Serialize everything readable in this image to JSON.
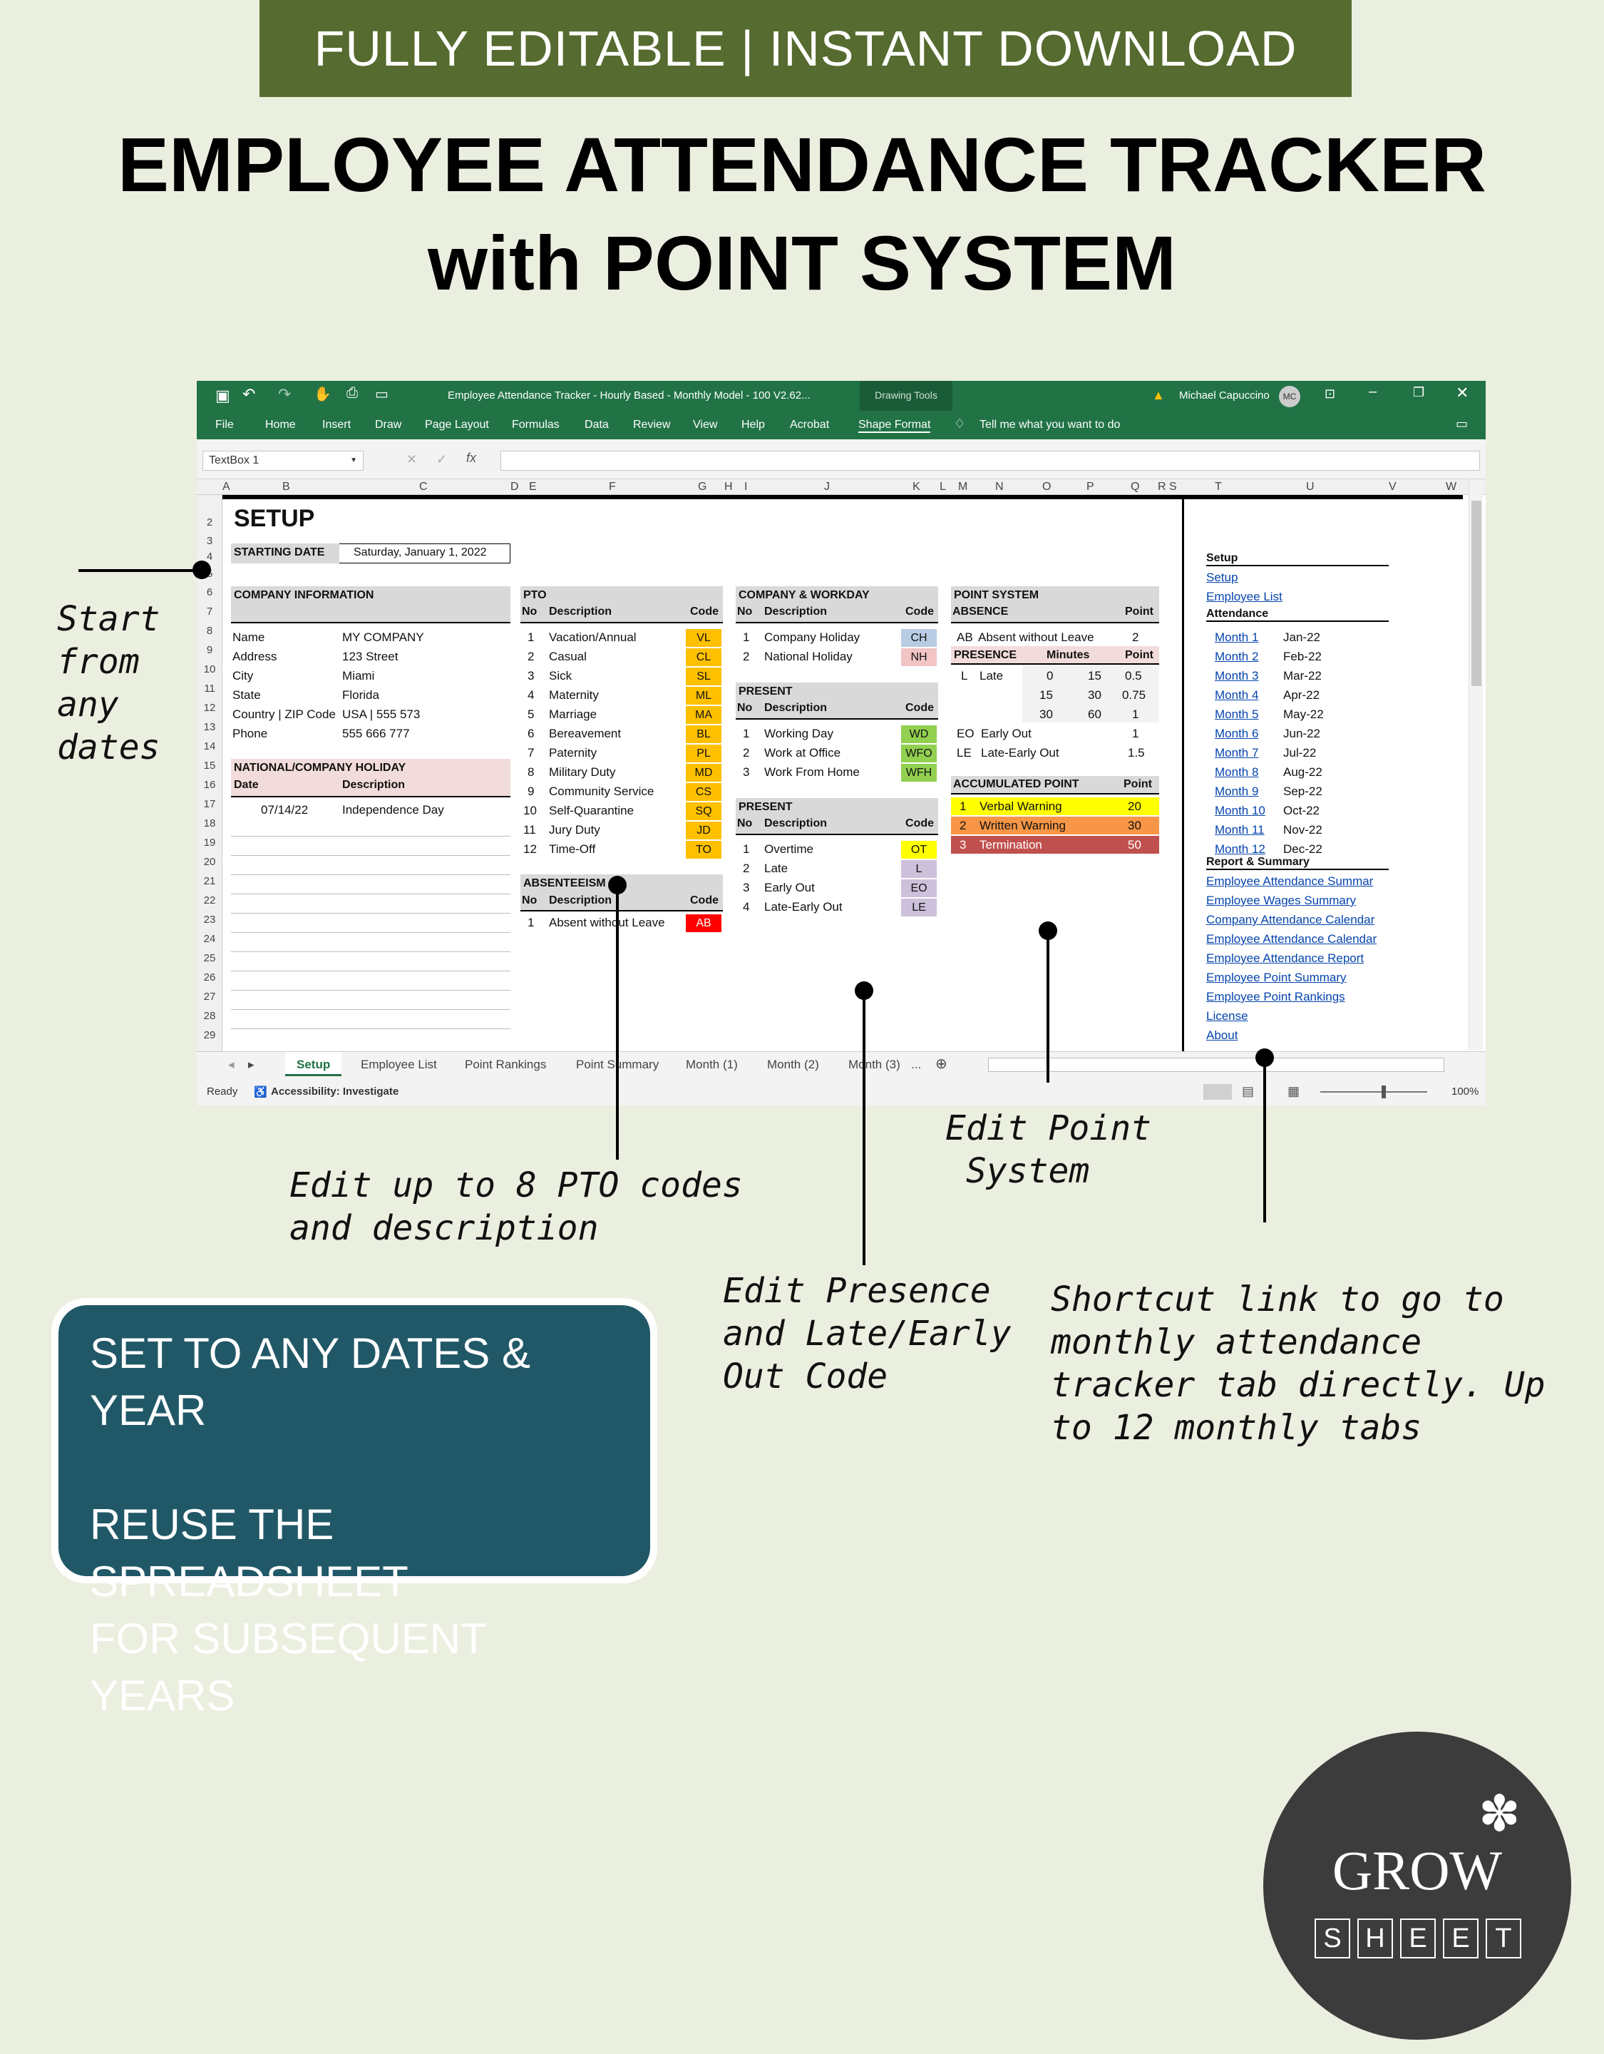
{
  "banner": "FULLY EDITABLE | INSTANT DOWNLOAD",
  "title_line1": "EMPLOYEE ATTENDANCE TRACKER",
  "title_line2": "with POINT SYSTEM",
  "annotations": {
    "dates": "Start\nfrom\nany\ndates",
    "pto": "Edit up to 8 PTO codes\nand description",
    "presence": "Edit Presence\nand Late/Early\nOut Code",
    "point": "Edit Point\n System",
    "shortcut": "Shortcut link to go to\nmonthly attendance\ntracker tab directly. Up\nto 12 monthly tabs"
  },
  "excel": {
    "window_title": "Employee Attendance Tracker - Hourly Based - Monthly Model - 100 V2.62...",
    "drawing_tools": "Drawing Tools",
    "user": "Michael Capuccino",
    "user_initials": "MC",
    "ribbon": [
      "File",
      "Home",
      "Insert",
      "Draw",
      "Page Layout",
      "Formulas",
      "Data",
      "Review",
      "View",
      "Help",
      "Acrobat",
      "Shape Format"
    ],
    "tell_me": "Tell me what you want to do",
    "name_box": "TextBox 1",
    "columns": [
      "A",
      "B",
      "C",
      "D",
      "E",
      "F",
      "G",
      "H",
      "I",
      "J",
      "K",
      "L",
      "M",
      "N",
      "O",
      "P",
      "Q",
      "R",
      "S",
      "T",
      "U",
      "V",
      "W"
    ],
    "rows": [
      "2",
      "3",
      "4",
      "5",
      "6",
      "7",
      "8",
      "9",
      "10",
      "11",
      "12",
      "13",
      "14",
      "15",
      "16",
      "17",
      "18",
      "19",
      "20",
      "21",
      "22",
      "23",
      "24",
      "25",
      "26",
      "27",
      "28",
      "29"
    ],
    "setup_title": "SETUP",
    "starting_date_label": "STARTING DATE",
    "starting_date": "Saturday, January 1, 2022",
    "company_info": {
      "header": "COMPANY INFORMATION",
      "rows": [
        [
          "Name",
          "MY COMPANY"
        ],
        [
          "Address",
          "123 Street"
        ],
        [
          "City",
          "Miami"
        ],
        [
          "State",
          "Florida"
        ],
        [
          "Country | ZIP Code",
          "USA | 555 573"
        ],
        [
          "Phone",
          "555 666 777"
        ]
      ]
    },
    "holiday": {
      "header": "NATIONAL/COMPANY HOLIDAY",
      "col_date": "Date",
      "col_desc": "Description",
      "rows": [
        [
          "07/14/22",
          "Independence Day"
        ]
      ]
    },
    "pto": {
      "header": "PTO",
      "col_no": "No",
      "col_desc": "Description",
      "col_code": "Code",
      "rows": [
        [
          "1",
          "Vacation/Annual",
          "VL"
        ],
        [
          "2",
          "Casual",
          "CL"
        ],
        [
          "3",
          "Sick",
          "SL"
        ],
        [
          "4",
          "Maternity",
          "ML"
        ],
        [
          "5",
          "Marriage",
          "MA"
        ],
        [
          "6",
          "Bereavement",
          "BL"
        ],
        [
          "7",
          "Paternity",
          "PL"
        ],
        [
          "8",
          "Military Duty",
          "MD"
        ],
        [
          "9",
          "Community Service",
          "CS"
        ],
        [
          "10",
          "Self-Quarantine",
          "SQ"
        ],
        [
          "11",
          "Jury Duty",
          "JD"
        ],
        [
          "12",
          "Time-Off",
          "TO"
        ]
      ]
    },
    "absenteeism": {
      "header": "ABSENTEEISM",
      "col_no": "No",
      "col_desc": "Description",
      "col_code": "Code",
      "rows": [
        [
          "1",
          "Absent without Leave",
          "AB"
        ]
      ]
    },
    "company_workday": {
      "header": "COMPANY & WORKDAY",
      "col_no": "No",
      "col_desc": "Description",
      "col_code": "Code",
      "rows": [
        [
          "1",
          "Company Holiday",
          "CH"
        ],
        [
          "2",
          "National Holiday",
          "NH"
        ]
      ]
    },
    "present1": {
      "header": "PRESENT",
      "col_no": "No",
      "col_desc": "Description",
      "col_code": "Code",
      "rows": [
        [
          "1",
          "Working Day",
          "WD"
        ],
        [
          "2",
          "Work at Office",
          "WFO"
        ],
        [
          "3",
          "Work From Home",
          "WFH"
        ]
      ]
    },
    "present2": {
      "header": "PRESENT",
      "col_no": "No",
      "col_desc": "Description",
      "col_code": "Code",
      "rows": [
        [
          "1",
          "Overtime",
          "OT"
        ],
        [
          "2",
          "Late",
          "L"
        ],
        [
          "3",
          "Early Out",
          "EO"
        ],
        [
          "4",
          "Late-Early Out",
          "LE"
        ]
      ]
    },
    "point_system": {
      "header": "POINT SYSTEM",
      "absence_label": "ABSENCE",
      "point_label": "Point",
      "absence_row": [
        "AB",
        "Absent without Leave",
        "2"
      ],
      "presence_label": "PRESENCE",
      "minutes_label": "Minutes",
      "late_code": "L",
      "late_desc": "Late",
      "late_rows": [
        [
          "0",
          "15",
          "0.5"
        ],
        [
          "15",
          "30",
          "0.75"
        ],
        [
          "30",
          "60",
          "1"
        ]
      ],
      "other_rows": [
        [
          "EO",
          "Early Out",
          "1"
        ],
        [
          "LE",
          "Late-Early Out",
          "1.5"
        ]
      ]
    },
    "accumulated": {
      "header": "ACCUMULATED POINT",
      "point_label": "Point",
      "rows": [
        [
          "1",
          "Verbal Warning",
          "20"
        ],
        [
          "2",
          "Written Warning",
          "30"
        ],
        [
          "3",
          "Termination",
          "50"
        ]
      ]
    },
    "nav": {
      "setup_header": "Setup",
      "setup_links": [
        "Setup",
        "Employee List"
      ],
      "attendance_header": "Attendance",
      "months": [
        [
          "Month 1",
          "Jan-22"
        ],
        [
          "Month 2",
          "Feb-22"
        ],
        [
          "Month 3",
          "Mar-22"
        ],
        [
          "Month 4",
          "Apr-22"
        ],
        [
          "Month 5",
          "May-22"
        ],
        [
          "Month 6",
          "Jun-22"
        ],
        [
          "Month 7",
          "Jul-22"
        ],
        [
          "Month 8",
          "Aug-22"
        ],
        [
          "Month 9",
          "Sep-22"
        ],
        [
          "Month 10",
          "Oct-22"
        ],
        [
          "Month 11",
          "Nov-22"
        ],
        [
          "Month 12",
          "Dec-22"
        ]
      ],
      "report_header": "Report & Summary",
      "reports": [
        "Employee Attendance Summar",
        "Employee Wages Summary",
        "Company Attendance Calendar",
        "Employee Attendance Calendar",
        "Employee Attendance Report",
        "Employee Point Summary",
        "Employee Point Rankings",
        "License",
        "About"
      ]
    },
    "sheet_tabs": [
      "Setup",
      "Employee List",
      "Point Rankings",
      "Point Summary",
      "Month (1)",
      "Month (2)",
      "Month (3)",
      "..."
    ],
    "status_ready": "Ready",
    "status_accessibility": "Accessibility: Investigate",
    "zoom": "100%"
  },
  "promo_box": {
    "line1": "SET TO ANY DATES & YEAR",
    "line2": "REUSE THE SPREADSHEET",
    "line3": "FOR SUBSEQUENT YEARS"
  },
  "logo": {
    "word1": "GROW",
    "letters": [
      "S",
      "H",
      "E",
      "E",
      "T"
    ]
  },
  "colors": {
    "banner": "#556b2f",
    "background": "#eaefdf",
    "excel_green": "#217346",
    "promo": "#215868",
    "logo_bg": "#3c3c3c",
    "pto_code": "#ffc000",
    "absent_code": "#ff0000",
    "holiday_code": "#b8cce4",
    "nh_code": "#f2c4c4",
    "present_code": "#92d050",
    "overtime_code": "#ffff00",
    "late_code": "#ccc0da",
    "verbal": "#ffff00",
    "written": "#f79646",
    "termination": "#c0504d"
  }
}
